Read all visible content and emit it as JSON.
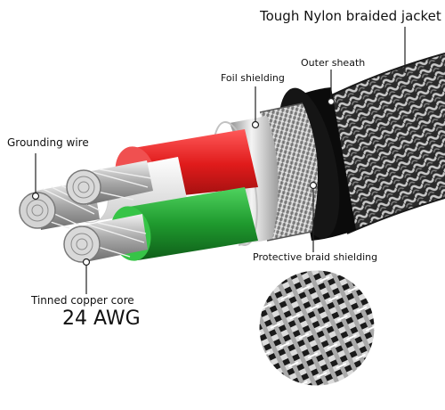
{
  "callouts": {
    "jacket": "Tough Nylon braided jacket",
    "outer_sheath": "Outer sheath",
    "foil_shielding": "Foil shielding",
    "grounding_wire": "Grounding wire",
    "protective_braid": "Protective braid  shielding",
    "tinned_core": "Tinned copper core",
    "gauge": "24 AWG"
  },
  "colors": {
    "jacket_dark": "#2b2b2b",
    "jacket_light": "#b8b8b8",
    "outer_sheath": "#0b0b0b",
    "foil": "#d9d9d9",
    "braid": "#9a9a9a",
    "red_wire": "#e01b1b",
    "white_wire": "#f2f2f2",
    "green_wire": "#1f9a2e",
    "copper_strand": "#c8c8c8"
  },
  "icons": [
    "braided-jacket",
    "foil-shield",
    "braid-shield",
    "stranded-conductor"
  ]
}
